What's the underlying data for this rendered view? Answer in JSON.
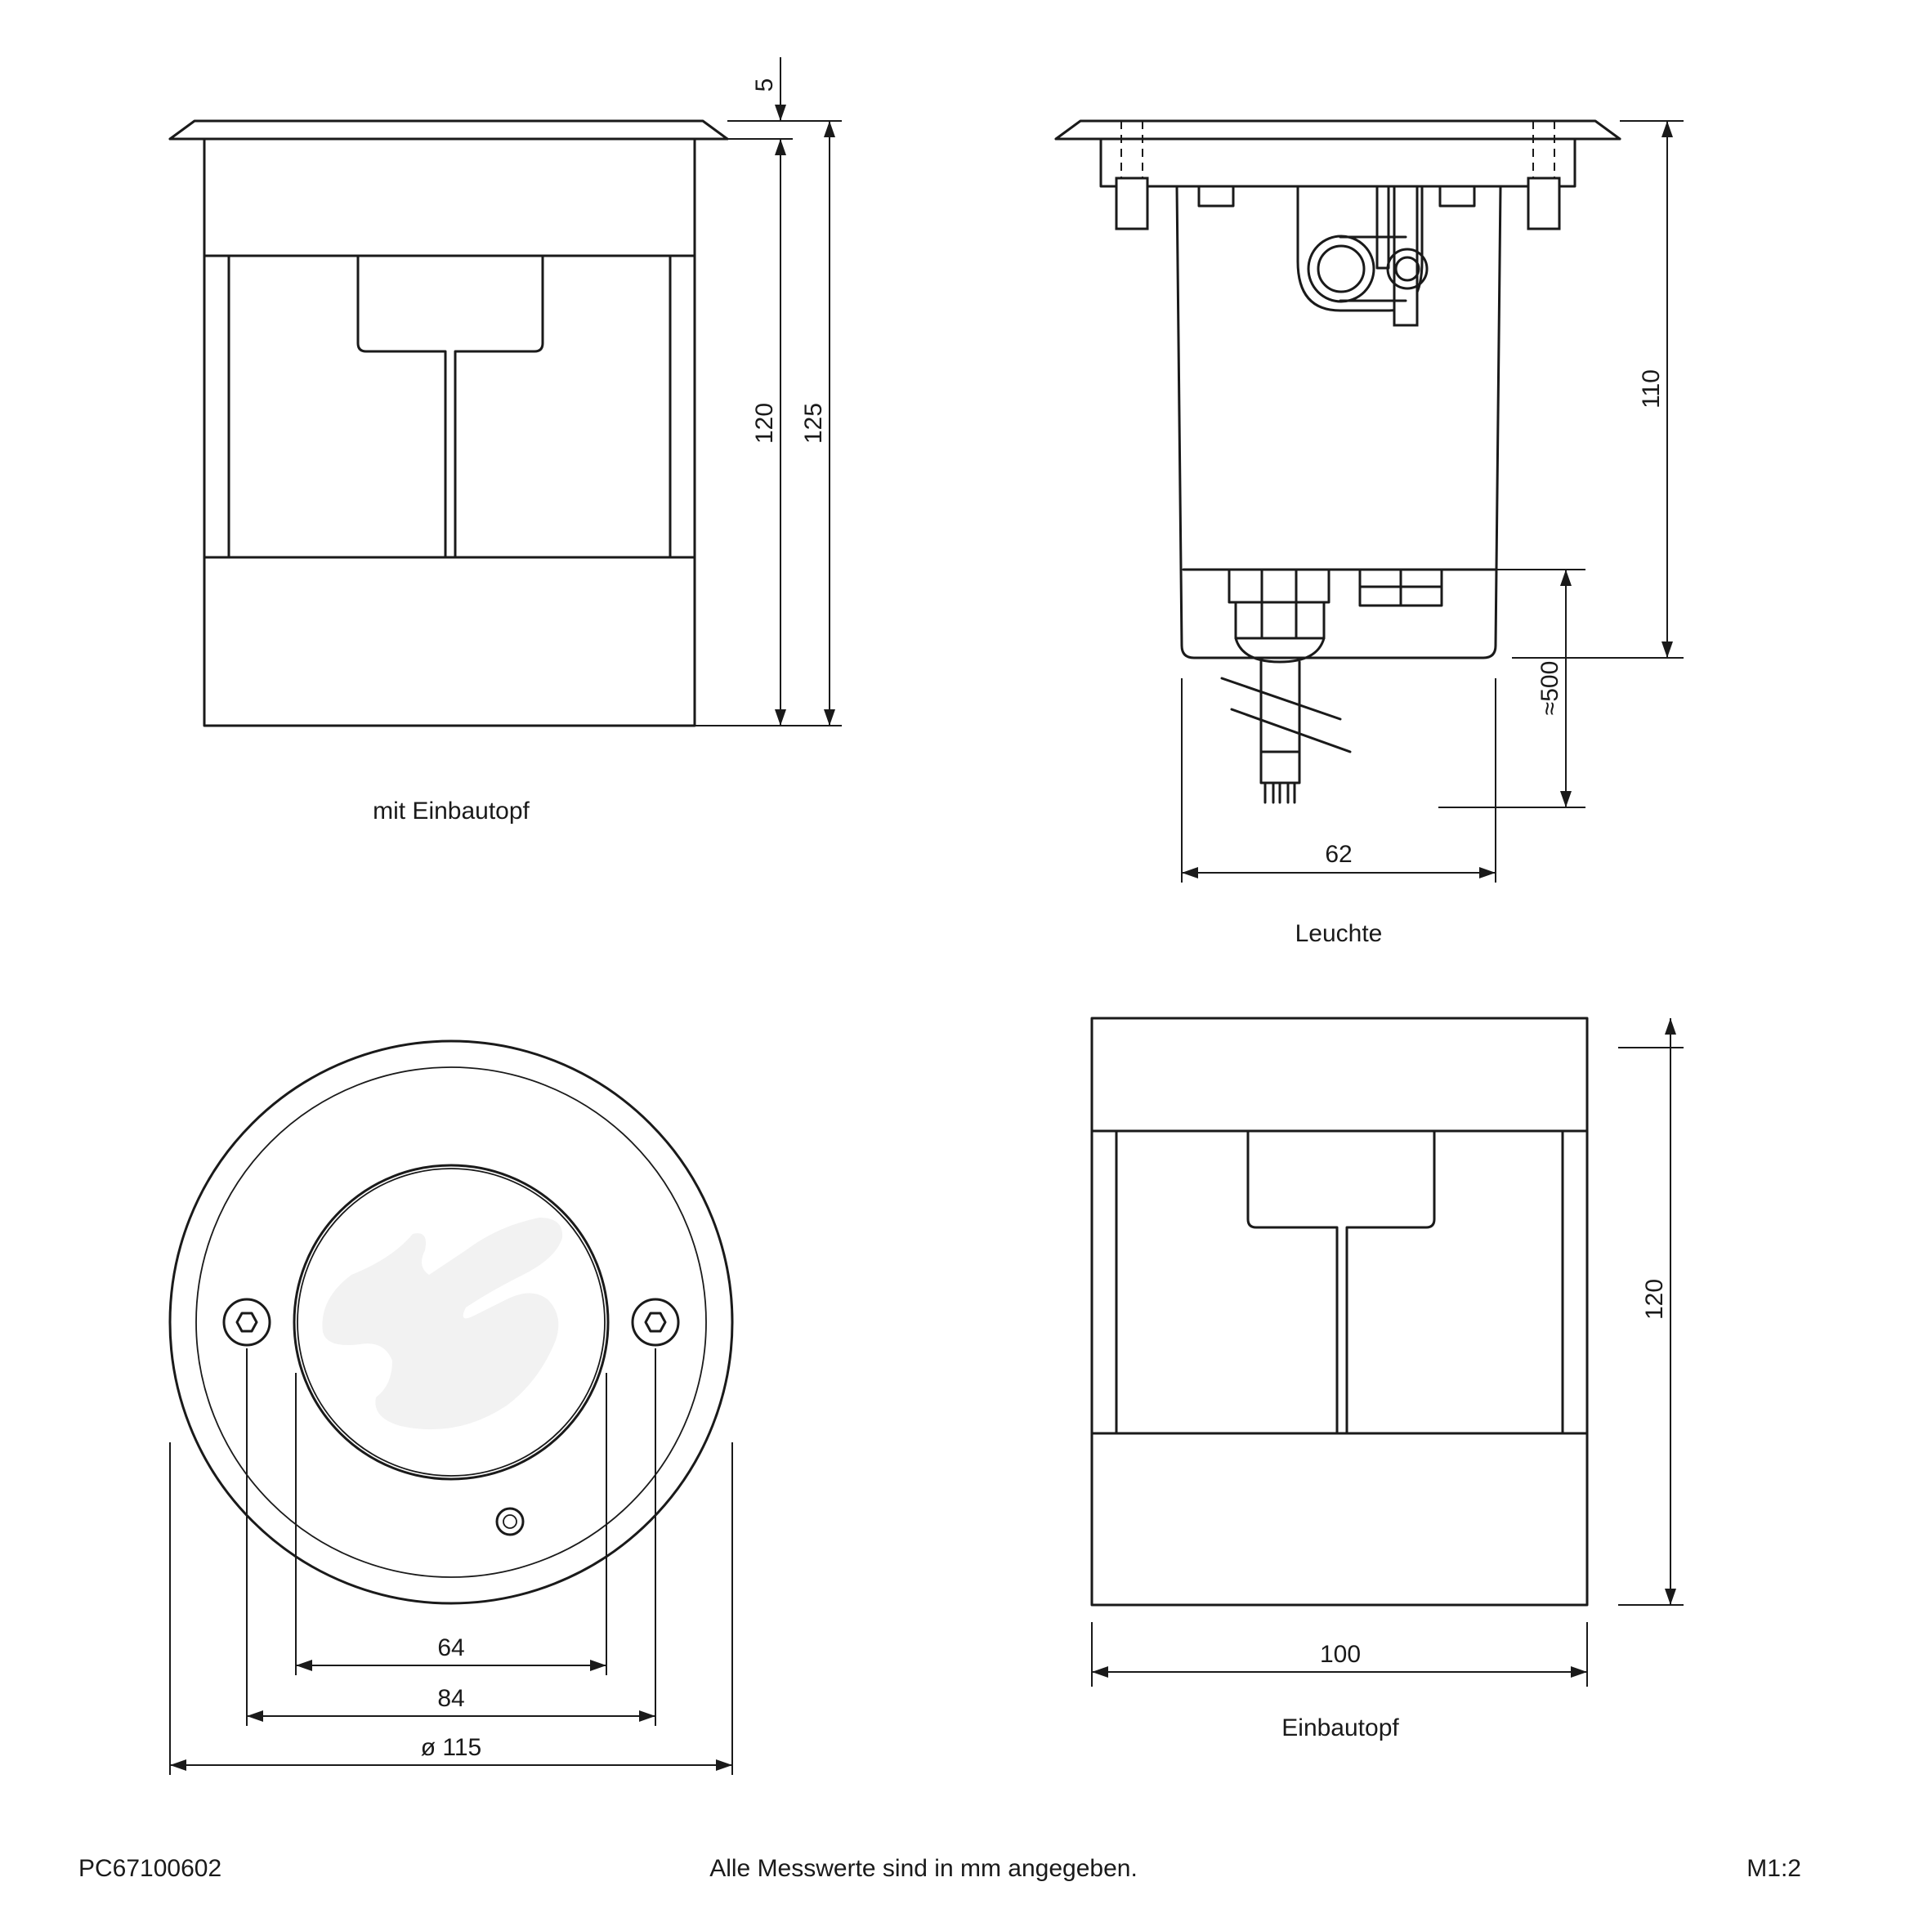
{
  "views": {
    "top_left": {
      "caption": "mit Einbautopf",
      "dims": {
        "lip": "5",
        "body": "120",
        "total": "125"
      }
    },
    "top_right": {
      "caption": "Leuchte",
      "dims": {
        "height": "110",
        "cable": "≈500",
        "width": "62"
      }
    },
    "bottom_left": {
      "dims": {
        "lens": "64",
        "screws": "84",
        "diameter": "ø 115"
      }
    },
    "bottom_right": {
      "caption": "Einbautopf",
      "dims": {
        "height": "120",
        "width": "100"
      }
    }
  },
  "footer": {
    "article": "PC67100602",
    "note": "Alle Messwerte sind in mm angegeben.",
    "scale": "M1:2"
  }
}
